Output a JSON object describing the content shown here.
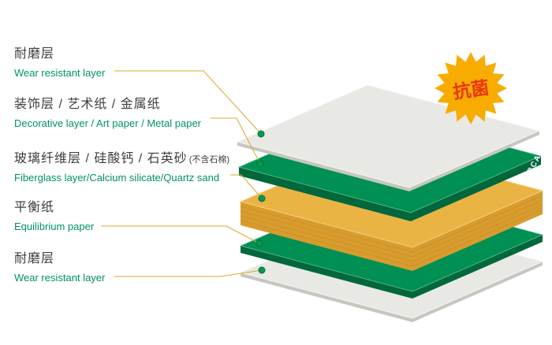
{
  "labels": [
    {
      "zh": "耐磨层",
      "en": "Wear resistant layer"
    },
    {
      "zh": "装饰层 / 艺术纸 / 金属纸",
      "en": "Decorative layer / Art paper / Metal paper"
    },
    {
      "zh": "玻璃纤维层 / 硅酸钙 / 石英砂",
      "note": "(不含石棉)",
      "en": "Fiberglass layer/Calcium silicate/Quartz sand"
    },
    {
      "zh": "平衡纸",
      "en": "Equilibrium paper"
    },
    {
      "zh": "耐磨层",
      "en": "Wear resistant layer"
    }
  ],
  "layers": [
    {
      "id": "wear-resistant-top",
      "material_color": "white"
    },
    {
      "id": "decorative-layer",
      "material_color": "green"
    },
    {
      "id": "fiberglass-core",
      "material_color": "yellow"
    },
    {
      "id": "equilibrium-paper",
      "material_color": "green"
    },
    {
      "id": "wear-resistant-bottom",
      "material_color": "white"
    }
  ],
  "badge": {
    "text": "抗菌",
    "fill": "#f8ac00",
    "text_color": "#e8380d"
  },
  "brand": {
    "text": "FORCA",
    "text_color": "#ffffff"
  },
  "colors": {
    "label_zh": "#3d3d3d",
    "label_en": "#00925f",
    "line": "#dca928",
    "dot": "#009a52",
    "dot_ring": "#00703a",
    "white_top": "#e8e9e4",
    "white_side": "#c6c7c1",
    "green_top": "#009054",
    "green_side": "#00683c",
    "yellow_top": "#eab445",
    "yellow_side": "#d89c2e",
    "yellow_stripe": "#bf8820",
    "badge_fill": "#f8ac00",
    "badge_text": "#e8380d"
  }
}
